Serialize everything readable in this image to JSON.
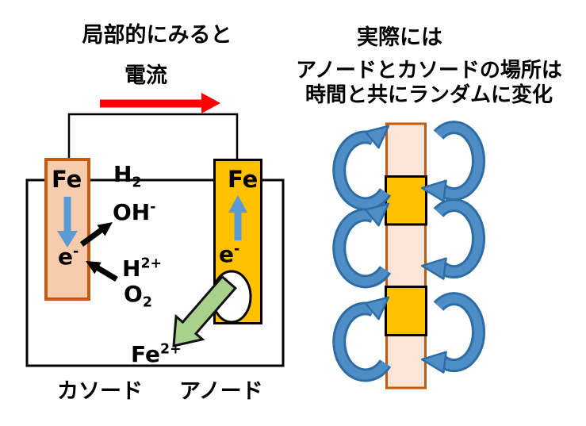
{
  "left_panel": {
    "title": "局部的にみると",
    "current_label": "電流",
    "cathode_label": "カソード",
    "anode_label": "アノード",
    "cathode_electrode_label": "Fe",
    "anode_electrode_label": "Fe",
    "labels": {
      "h2": {
        "base": "H",
        "sub": "2"
      },
      "oh": {
        "base": "OH",
        "sup": "-"
      },
      "e_left": {
        "base": "e",
        "sup": "-"
      },
      "h_ion": {
        "base": "H",
        "sup": "2+"
      },
      "o2": {
        "base": "O",
        "sub": "2"
      },
      "e_right": {
        "base": "e",
        "sup": "-"
      },
      "fe_ion": {
        "base": "Fe",
        "sup": "2+"
      }
    }
  },
  "right_panel": {
    "title": "実際には",
    "subtitle_line1": "アノードとカソードの場所は",
    "subtitle_line2": "時間と共にランダムに変化"
  },
  "colors": {
    "cathode_electrode_fill": "#F8CBAD",
    "electrode_border": "#C55A11",
    "anode_electrode_fill": "#FFC000",
    "metal_bar_fill": "#FCE4D6",
    "anode_site_fill": "#FFC000",
    "current_arrow": "#FF0000",
    "electron_arrow": "#5B9BD5",
    "rotation_arrow_fill": "#4E8DC6",
    "rotation_arrow_outline": "#2E6DA4",
    "ion_arrow_fill": "#A9D18E",
    "text": "#000000"
  }
}
